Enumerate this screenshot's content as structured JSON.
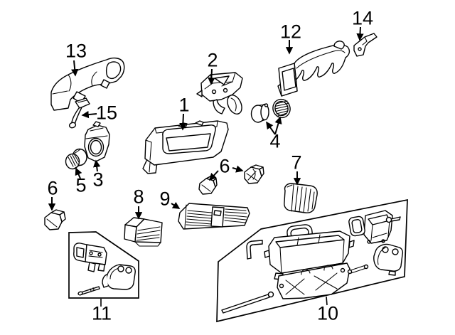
{
  "canvas": {
    "type": "exploded-parts-diagram",
    "background_color": "#ffffff",
    "line_color": "#000000"
  },
  "callouts": [
    {
      "label": "1"
    },
    {
      "label": "2"
    },
    {
      "label": "3"
    },
    {
      "label": "4"
    },
    {
      "label": "5"
    },
    {
      "label": "6"
    },
    {
      "label": "6"
    },
    {
      "label": "7"
    },
    {
      "label": "8"
    },
    {
      "label": "9"
    },
    {
      "label": "10"
    },
    {
      "label": "11"
    },
    {
      "label": "12"
    },
    {
      "label": "13"
    },
    {
      "label": "14"
    },
    {
      "label": "15"
    }
  ]
}
